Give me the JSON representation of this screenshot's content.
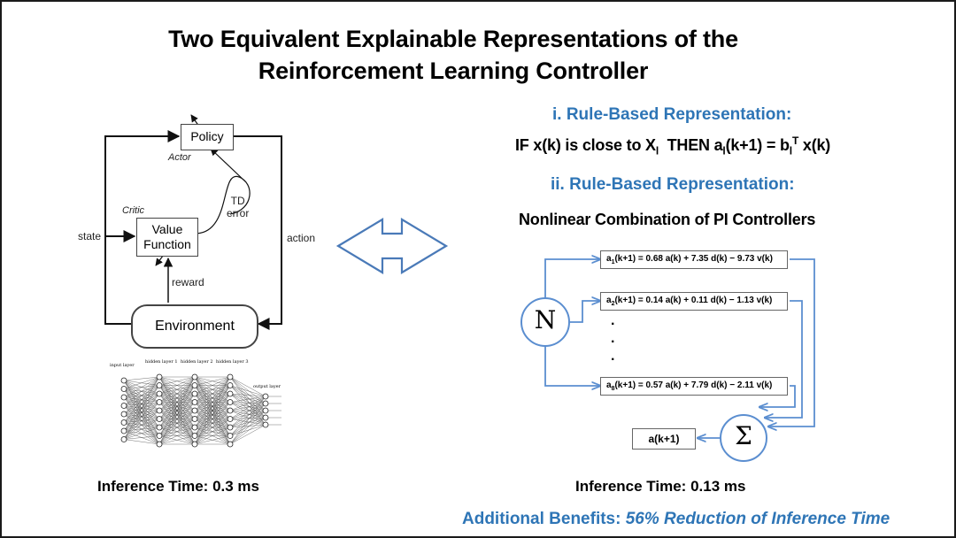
{
  "slide": {
    "title_line1": "Two Equivalent Explainable Representations of the",
    "title_line2": "Reinforcement Learning Controller"
  },
  "actor_critic": {
    "policy": "Policy",
    "actor": "Actor",
    "critic": "Critic",
    "value_function_line1": "Value",
    "value_function_line2": "Function",
    "td_error_line1": "TD",
    "td_error_line2": "error",
    "state": "state",
    "action": "action",
    "reward": "reward",
    "environment": "Environment"
  },
  "neural_net": {
    "input_layer": "input layer",
    "hidden_layer_1": "hidden layer 1",
    "hidden_layer_2": "hidden layer 2",
    "hidden_layer_3": "hidden layer 3",
    "output_layer": "output layer"
  },
  "rule_based": {
    "heading_i": "i. Rule-Based Representation:",
    "rule_if": "IF x(k) is close to X",
    "rule_sub_l": "l",
    "rule_then": "THEN a",
    "rule_a_sub": "l",
    "rule_eq": "(k+1) = b",
    "rule_b_sub": "l",
    "rule_b_sup": "T",
    "rule_end": "x(k)",
    "heading_ii": "ii. Rule-Based Representation:",
    "combo_title": "Nonlinear Combination of PI Controllers"
  },
  "pi_diagram": {
    "n_label": "N",
    "sigma_label": "Σ",
    "output_label": "a(k+1)",
    "equations": [
      {
        "a": "a",
        "sub": "1",
        "rest": "(k+1) = 0.68 a(k) + 7.35 d(k) − 9.73 v(k)"
      },
      {
        "a": "a",
        "sub": "2",
        "rest": "(k+1) = 0.14 a(k) + 0.11 d(k) − 1.13 v(k)"
      },
      {
        "a": "a",
        "sub": "8",
        "rest": "(k+1) = 0.57 a(k) + 7.79 d(k) − 2.11 v(k)"
      }
    ],
    "ellipsis": [
      "·",
      "·",
      "·"
    ]
  },
  "footer": {
    "left_inference": "Inference Time: 0.3 ms",
    "right_inference": "Inference Time: 0.13 ms",
    "benefits_prefix": "Additional Benefits: ",
    "benefits_highlight": "56% Reduction of Inference Time"
  },
  "colors": {
    "accent_blue": "#2e75b6",
    "arrow_blue": "#4a7ab8",
    "diagram_blue": "#5b8ed0"
  }
}
